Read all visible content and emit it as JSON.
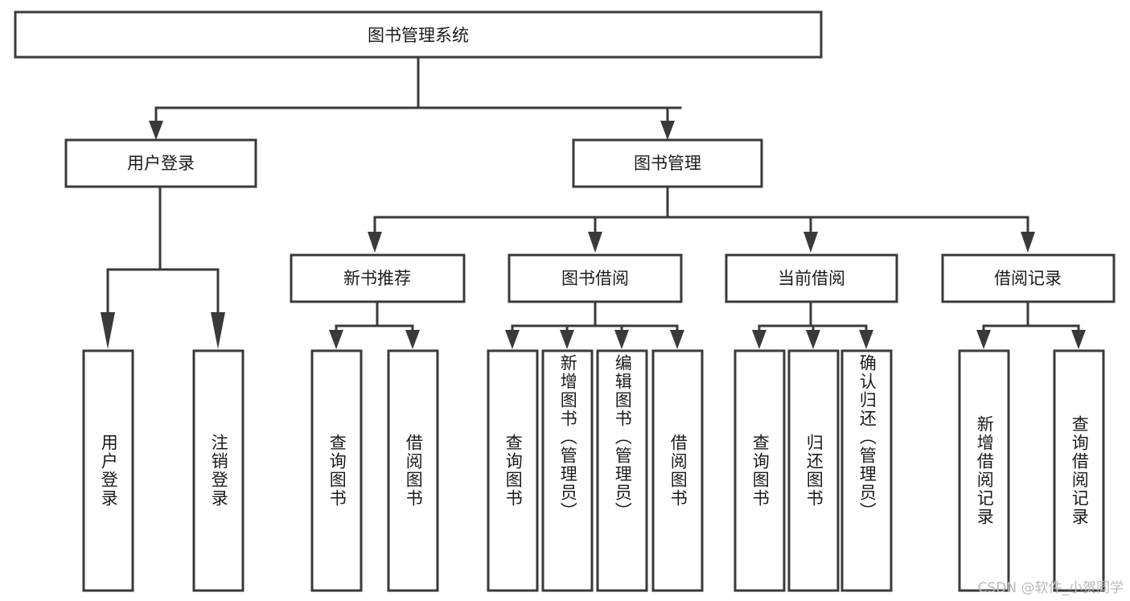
{
  "diagram": {
    "title_node": {
      "label": "图书管理系统"
    },
    "level1": [
      {
        "id": "user-login",
        "label": "用户登录"
      },
      {
        "id": "book-management",
        "label": "图书管理"
      }
    ],
    "level2": [
      {
        "id": "new-book-recommend",
        "label": "新书推荐",
        "parent": "book-management"
      },
      {
        "id": "book-borrow",
        "label": "图书借阅",
        "parent": "book-management"
      },
      {
        "id": "current-borrow",
        "label": "当前借阅",
        "parent": "book-management"
      },
      {
        "id": "borrow-record",
        "label": "借阅记录",
        "parent": "book-management"
      }
    ],
    "leaves": [
      {
        "id": "leaf-user-login",
        "label": "用户登录",
        "parent": "user-login"
      },
      {
        "id": "leaf-logout",
        "label": "注销登录",
        "parent": "user-login"
      },
      {
        "id": "leaf-query-book-1",
        "label": "查询图书",
        "parent": "new-book-recommend"
      },
      {
        "id": "leaf-borrow-book-1",
        "label": "借阅图书",
        "parent": "new-book-recommend"
      },
      {
        "id": "leaf-query-book-2",
        "label": "查询图书",
        "parent": "book-borrow"
      },
      {
        "id": "leaf-add-book",
        "label": "新增图书（管理员）",
        "parent": "book-borrow"
      },
      {
        "id": "leaf-edit-book",
        "label": "编辑图书（管理员）",
        "parent": "book-borrow"
      },
      {
        "id": "leaf-borrow-book-2",
        "label": "借阅图书",
        "parent": "book-borrow"
      },
      {
        "id": "leaf-query-book-3",
        "label": "查询图书",
        "parent": "current-borrow"
      },
      {
        "id": "leaf-return-book",
        "label": "归还图书",
        "parent": "current-borrow"
      },
      {
        "id": "leaf-confirm-return",
        "label": "确认归还（管理员）",
        "parent": "current-borrow"
      },
      {
        "id": "leaf-add-record",
        "label": "新增借阅记录",
        "parent": "borrow-record"
      },
      {
        "id": "leaf-query-record",
        "label": "查询借阅记录",
        "parent": "borrow-record"
      }
    ],
    "colors": {
      "stroke": "#3a3a3a",
      "fill": "#ffffff",
      "text": "#1b1b1b",
      "watermark": "#b9b9b9",
      "background": "#ffffff"
    }
  },
  "watermark": {
    "text": "CSDN @软件_小贺同学"
  }
}
